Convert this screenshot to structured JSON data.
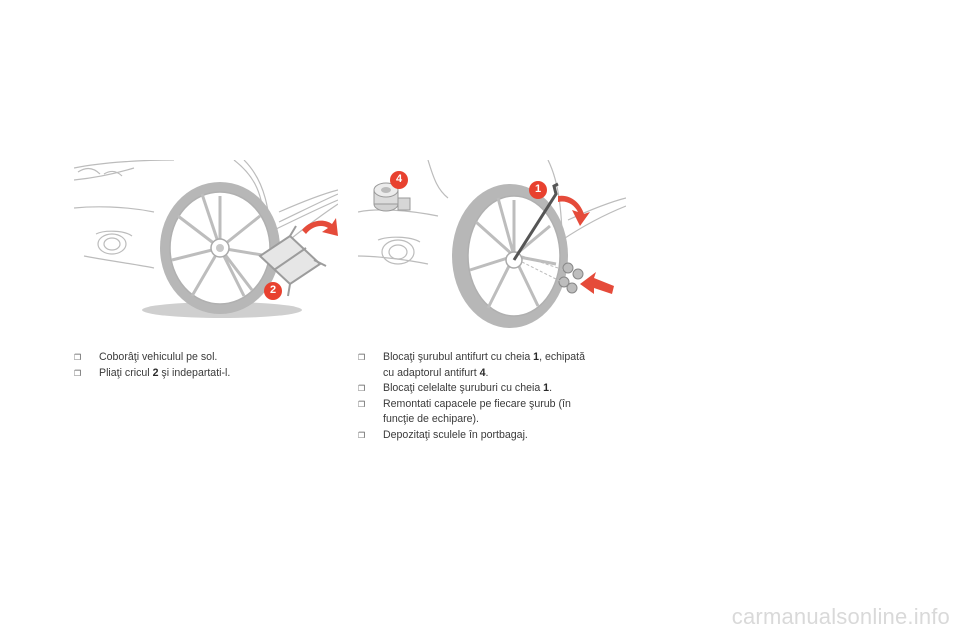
{
  "bullet_glyph": "❒",
  "left_instructions": [
    {
      "before": "Coborâţi vehiculul pe sol.",
      "bold": "",
      "after": ""
    },
    {
      "before": "Pliaţi cricul ",
      "bold": "2",
      "after": " şi indepartati-l."
    }
  ],
  "right_instructions": [
    {
      "before": "Blocaţi şurubul antifurt cu cheia ",
      "bold": "1",
      "after": ", echipată"
    },
    {
      "before": "cu adaptorul antifurt ",
      "bold": "4",
      "after": ".",
      "continuation": true
    },
    {
      "before": "Blocaţi celelalte şuruburi cu cheia ",
      "bold": "1",
      "after": "."
    },
    {
      "before": "Remontati capacele pe fiecare şurub (în",
      "bold": "",
      "after": ""
    },
    {
      "before": "funcţie de echipare).",
      "bold": "",
      "after": "",
      "continuation": true
    },
    {
      "before": "Depozitaţi sculele în portbagaj.",
      "bold": "",
      "after": ""
    }
  ],
  "callouts": {
    "jack": "2",
    "wrench": "1",
    "adapter": "4"
  },
  "colors": {
    "callout": "#e8412f",
    "arrow": "#e54b3a",
    "line": "#b9b9b9"
  },
  "watermark": "carmanualsonline.info"
}
